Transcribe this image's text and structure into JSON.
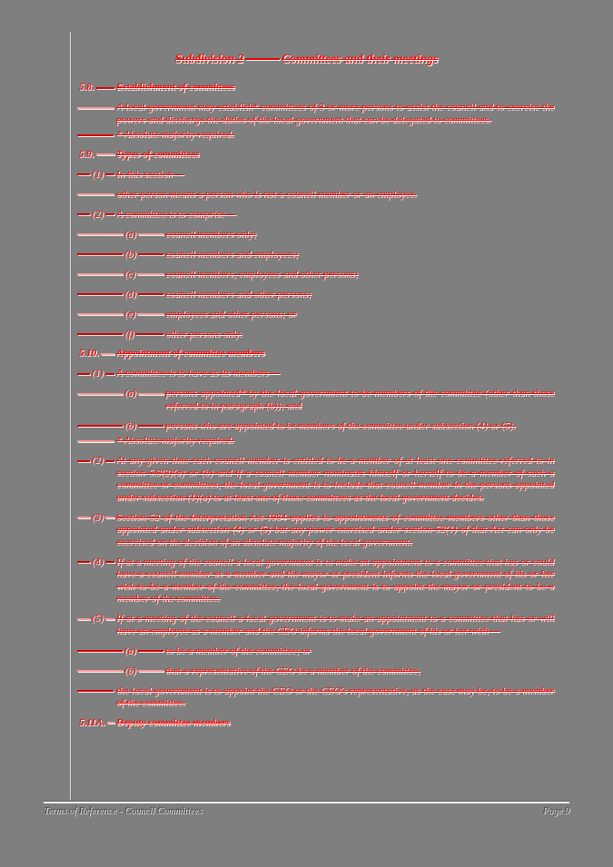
{
  "title": {
    "part1": "Subdivision 2",
    "separator": "—",
    "part2": "Committees and their meetings"
  },
  "document": {
    "rows": [
      {
        "type": "heading",
        "num": "5.8.",
        "text": "Establishment of committees"
      },
      {
        "type": "body",
        "text": "A local government may establish* committees of 3 or more persons to assist the council and to exercise the powers and discharge the duties of the local government that can be delegated to committees."
      },
      {
        "type": "footnote",
        "text": "* Absolute majority required."
      },
      {
        "type": "heading",
        "num": "5.9.",
        "text": "Types of committees"
      },
      {
        "type": "clause",
        "num": "(1)",
        "text": "In this section —"
      },
      {
        "type": "body",
        "text": "other person means a person who is not a council member or an employee."
      },
      {
        "type": "clause",
        "num": "(2)",
        "text": "A committee is to comprise —"
      },
      {
        "type": "item",
        "num": "(a)",
        "text": "council members only;"
      },
      {
        "type": "item",
        "num": "(b)",
        "text": "council members and employees;"
      },
      {
        "type": "item",
        "num": "(c)",
        "text": "council members, employees and other persons;"
      },
      {
        "type": "item",
        "num": "(d)",
        "text": "council members and other persons;"
      },
      {
        "type": "item",
        "num": "(e)",
        "text": "employees and other persons; or"
      },
      {
        "type": "item",
        "num": "(f)",
        "text": "other persons only."
      },
      {
        "type": "heading",
        "num": "5.10.",
        "text": "Appointment of committee members"
      },
      {
        "type": "clause",
        "num": "(1)",
        "text": "A committee is to have as its members —"
      },
      {
        "type": "item",
        "num": "(a)",
        "text": "persons appointed* by the local government to be members of the committee (other than those referred to in paragraph (b)); and"
      },
      {
        "type": "item",
        "num": "(b)",
        "text": "persons who are appointed to be members of the committee under subsection (4) or (5)."
      },
      {
        "type": "footnote",
        "text": "* Absolute majority required."
      },
      {
        "type": "clause",
        "num": "(2)",
        "text": "At any given time each council member is entitled to be a member of at least one committee referred to in section 5.9(2)(a) or (b) and if a council member nominates himself or herself to be a member of such a committee or committees, the local government is to include that council member in the persons appointed under subsection (1)(a) to at least one of those committees as the local government decides."
      },
      {
        "type": "clause",
        "num": "(3)",
        "text": "Section 52 of the Interpretation Act 1984 applies to appointments of committee members other than those appointed under subsection (4) or (5) but any power exercised under section 52(1) of that Act can only be exercised on the decision of an absolute majority of the local government."
      },
      {
        "type": "clause",
        "num": "(4)",
        "text": "If at a meeting of the council a local government is to make an appointment to a committee that has or could have a council member as a member and the mayor or president informs the local government of his or her wish to be a member of the committee, the local government is to appoint the mayor or president to be a member of the committee."
      },
      {
        "type": "clause",
        "num": "(5)",
        "text": "If at a meeting of the council a local government is to make an appointment to a committee that has or will have an employee as a member and the CEO informs the local government of his or her wish —"
      },
      {
        "type": "item",
        "num": "(a)",
        "text": "to be a member of the committee; or"
      },
      {
        "type": "item",
        "num": "(b)",
        "text": "that a representative of the CEO be a member of the committee,"
      },
      {
        "type": "body",
        "text": "the local government is to appoint the CEO or the CEO's representative, as the case may be, to be a member of the committee."
      },
      {
        "type": "heading",
        "num": "5.11A.",
        "text": "Deputy committee members"
      }
    ]
  },
  "footer": {
    "left": "Terms of Reference - Council Committees",
    "right": "Page 9"
  },
  "colors": {
    "page_background": "#7f7f7f",
    "revision_text_red": "#fb0500",
    "strike_line_dark": "#d40000",
    "strike_line_light": "#ff9a9a",
    "change_bar": "#dcdcdc",
    "footer_text": "#3d3d3d"
  }
}
